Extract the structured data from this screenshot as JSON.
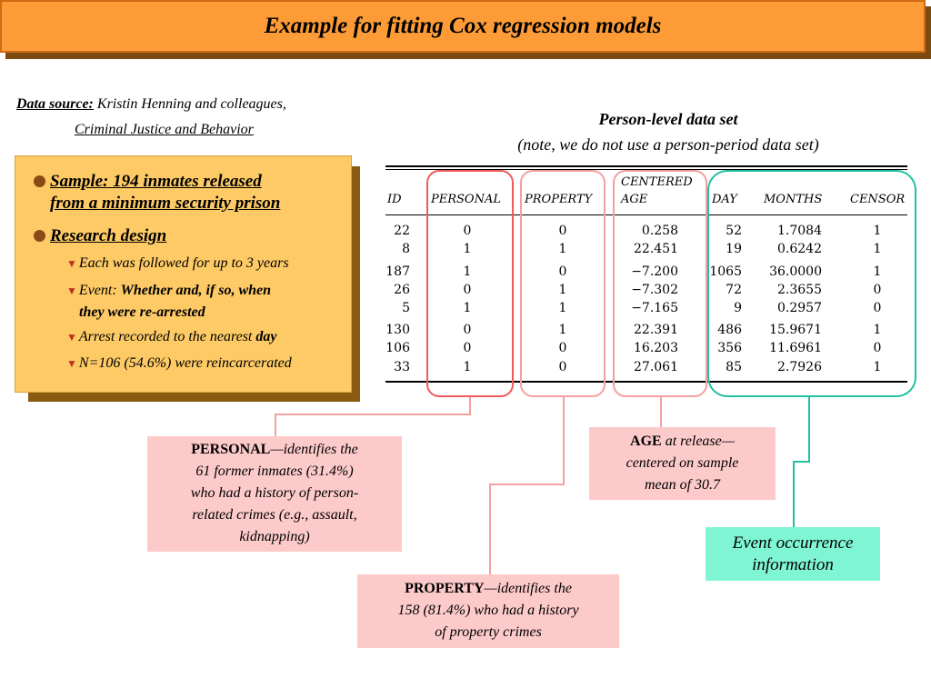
{
  "title": "Example for fitting Cox regression models",
  "data_source": {
    "label": "Data source:",
    "authors": "Kristin Henning and colleagues,",
    "journal": "Criminal Justice and Behavior"
  },
  "bullets": {
    "sample_line1": "Sample: 194 inmates released",
    "sample_line2": "from a minimum security prison",
    "design": "Research design",
    "followed": "Each was followed for up to 3 years",
    "event_prefix": "Event:",
    "event_bold1": "Whether and, if so, when",
    "event_bold2": "they were re-arrested",
    "arrest_prefix": "Arrest recorded to the nearest",
    "arrest_bold": "day",
    "reincarcerated": "N=106 (54.6%) were reincarcerated"
  },
  "dataset_title": "Person-level data set",
  "dataset_note": "(note, we do not use a person-period data set)",
  "table": {
    "headers": {
      "id": "ID",
      "personal": "PERSONAL",
      "property": "PROPERTY",
      "centered": "CENTERED",
      "age": "AGE",
      "day": "DAY",
      "months": "MONTHS",
      "censor": "CENSOR"
    },
    "rows": [
      {
        "id": "22",
        "personal": "0",
        "property": "0",
        "age": "0.258",
        "day": "52",
        "months": "1.7084",
        "censor": "1"
      },
      {
        "id": "8",
        "personal": "1",
        "property": "1",
        "age": "22.451",
        "day": "19",
        "months": "0.6242",
        "censor": "1"
      },
      {
        "id": "187",
        "personal": "1",
        "property": "0",
        "age": "−7.200",
        "day": "1065",
        "months": "36.0000",
        "censor": "1"
      },
      {
        "id": "26",
        "personal": "0",
        "property": "1",
        "age": "−7.302",
        "day": "72",
        "months": "2.3655",
        "censor": "0"
      },
      {
        "id": "5",
        "personal": "1",
        "property": "1",
        "age": "−7.165",
        "day": "9",
        "months": "0.2957",
        "censor": "0"
      },
      {
        "id": "130",
        "personal": "0",
        "property": "1",
        "age": "22.391",
        "day": "486",
        "months": "15.9671",
        "censor": "1"
      },
      {
        "id": "106",
        "personal": "0",
        "property": "0",
        "age": "16.203",
        "day": "356",
        "months": "11.6961",
        "censor": "0"
      },
      {
        "id": "33",
        "personal": "1",
        "property": "0",
        "age": "27.061",
        "day": "85",
        "months": "2.7926",
        "censor": "1"
      }
    ]
  },
  "callouts": {
    "personal_term": "PERSONAL",
    "personal_text1": "—identifies the",
    "personal_text2": "61 former inmates (31.4%)",
    "personal_text3": "who had a history of person-",
    "personal_text4": "related crimes (e.g., assault,",
    "personal_text5": "kidnapping)",
    "age_term": "AGE",
    "age_text1": "at release—",
    "age_text2": "centered on sample",
    "age_text3": "mean of 30.7",
    "property_term": "PROPERTY",
    "property_text1": "—identifies the",
    "property_text2": "158 (81.4%) who had a history",
    "property_text3": "of property crimes",
    "event_line1": "Event occurrence",
    "event_line2": "information"
  },
  "colors": {
    "title_bar": "#fd9c37",
    "bullet_box": "#fdca66",
    "callout_pink": "#fdcaca",
    "callout_teal": "#7ff5d3",
    "ring_red": "#f05a5a",
    "ring_pink": "#f4a0a0",
    "ring_teal": "#20c0a0"
  }
}
